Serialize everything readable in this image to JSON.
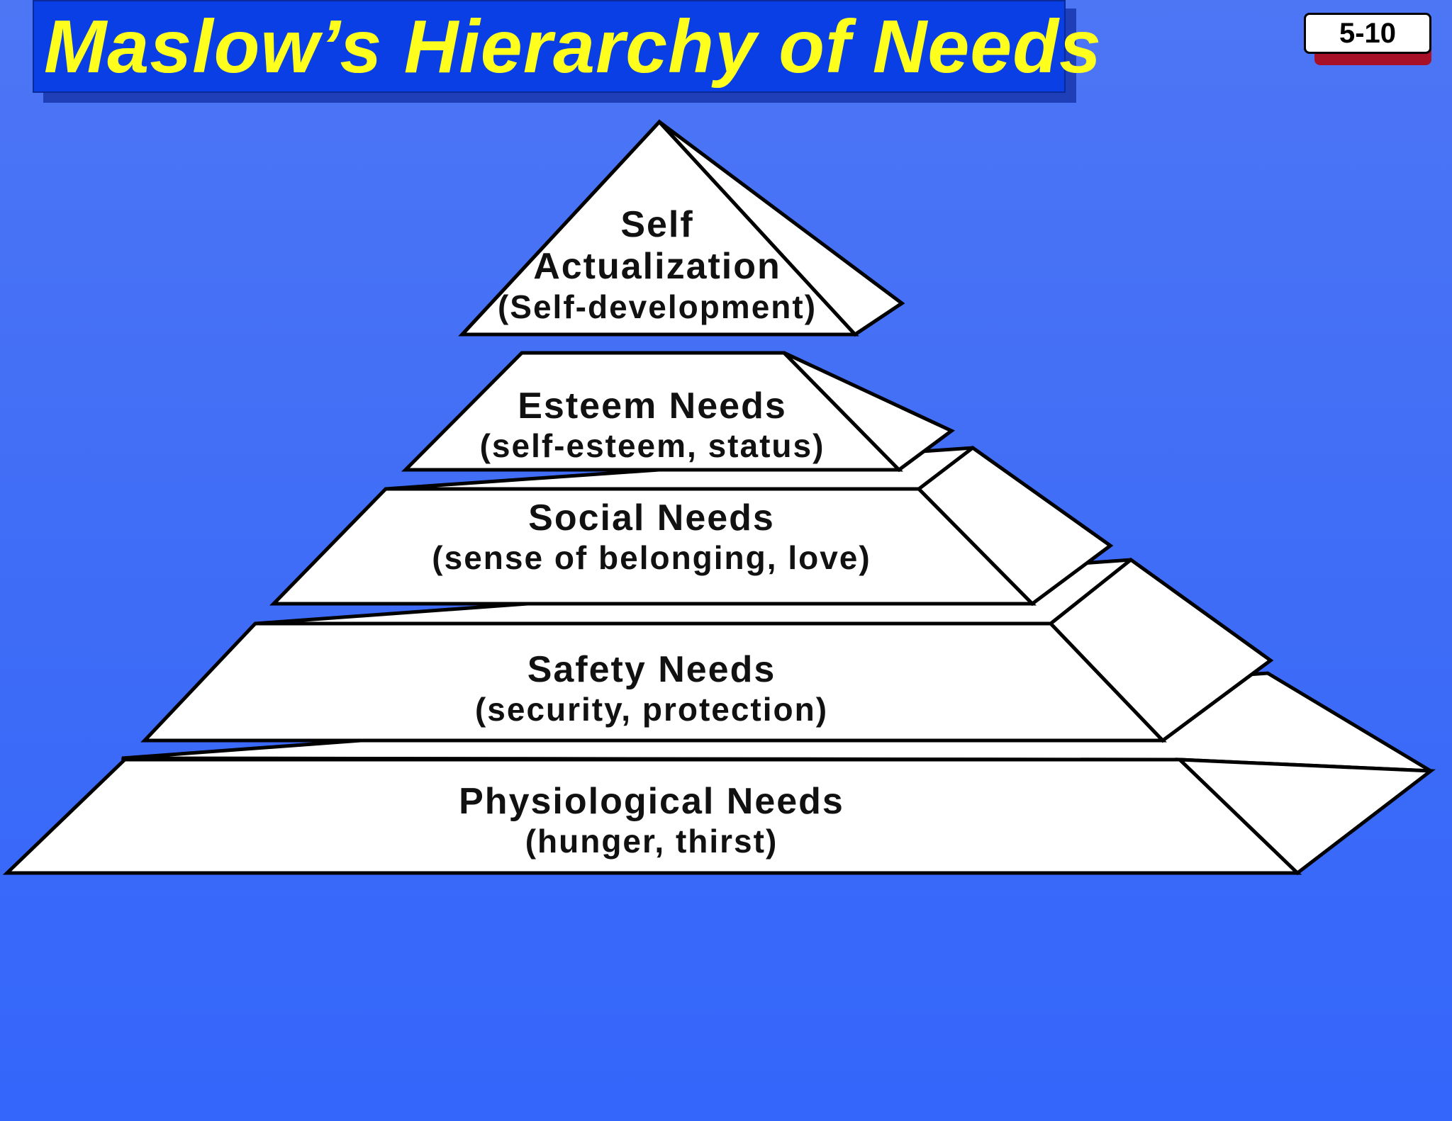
{
  "title": "Maslow’s Hierarchy of Needs",
  "slide_number": "5-10",
  "levels": [
    {
      "name": "Self",
      "name_line2": "Actualization",
      "description": "(Self-development)"
    },
    {
      "name": "Esteem Needs",
      "description": "(self-esteem, status)"
    },
    {
      "name": "Social Needs",
      "description": "(sense of belonging, love)"
    },
    {
      "name": "Safety Needs",
      "description": "(security, protection)"
    },
    {
      "name": "Physiological Needs",
      "description": "(hunger, thirst)"
    }
  ]
}
